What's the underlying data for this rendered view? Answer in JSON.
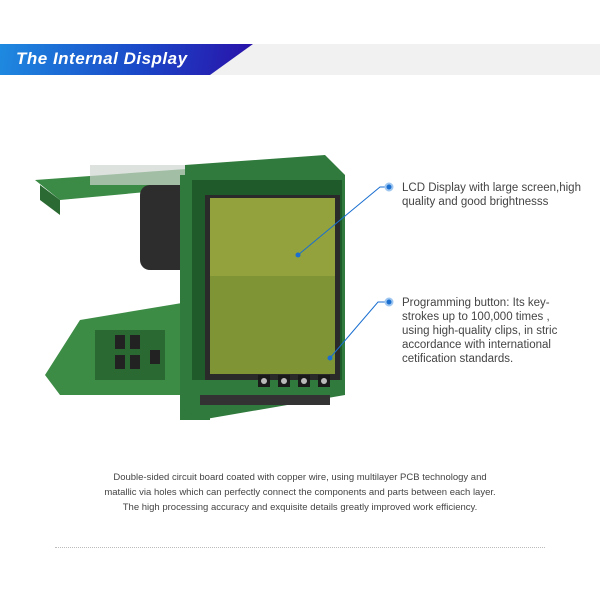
{
  "banner": {
    "title": "The Internal Display"
  },
  "callouts": [
    {
      "text": "LCD Display with large screen,high quality and good brightnesss"
    },
    {
      "text": "Programming button:  Its key-strokes up to 100,000 times , using high-quality clips, in stric accordance with international cetification standards."
    }
  ],
  "caption": {
    "lines": [
      "Double-sided circuit board coated with copper wire,   using multilayer PCB technology and",
      "matallic via holes which can perfectly connect the components and parts between each layer.",
      "The high processing accuracy and exquisite details greatly improved work efficiency."
    ]
  },
  "colors": {
    "accent": "#1a6fd0",
    "pcb": "#2f7a3c",
    "lcd": "#8a9a3a"
  }
}
